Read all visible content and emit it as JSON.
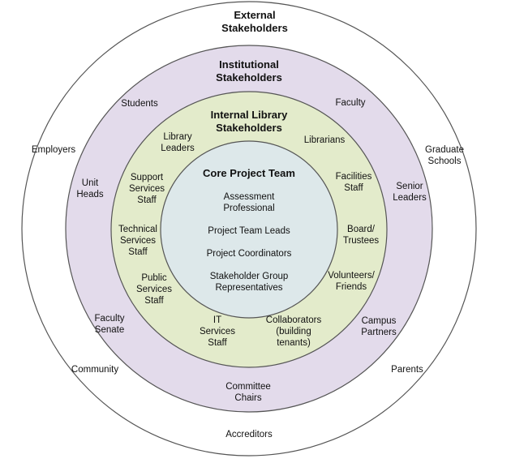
{
  "rings": {
    "external": {
      "title": "External\nStakeholders",
      "items": {
        "employers": "Employers",
        "graduate_schools": "Graduate\nSchools",
        "community": "Community",
        "parents": "Parents",
        "accreditors": "Accreditors"
      }
    },
    "institutional": {
      "title": "Institutional\nStakeholders",
      "items": {
        "students": "Students",
        "faculty": "Faculty",
        "unit_heads": "Unit\nHeads",
        "senior_leaders": "Senior\nLeaders",
        "faculty_senate": "Faculty\nSenate",
        "campus_partners": "Campus\nPartners",
        "committee_chairs": "Committee\nChairs"
      }
    },
    "internal": {
      "title": "Internal Library\nStakeholders",
      "items": {
        "library_leaders": "Library\nLeaders",
        "librarians": "Librarians",
        "support_services": "Support\nServices\nStaff",
        "facilities": "Facilities\nStaff",
        "technical_services": "Technical\nServices\nStaff",
        "board_trustees": "Board/\nTrustees",
        "public_services": "Public\nServices\nStaff",
        "volunteers": "Volunteers/\nFriends",
        "it_services": "IT\nServices\nStaff",
        "collaborators": "Collaborators\n(building\ntenants)"
      }
    },
    "core": {
      "title": "Core Project Team",
      "items": {
        "assessment_professional": "Assessment\nProfessional",
        "project_team_leads": "Project Team Leads",
        "project_coordinators": "Project Coordinators",
        "stakeholder_group_reps": "Stakeholder Group\nRepresentatives"
      }
    }
  },
  "colors": {
    "external_fill": "#ffffff",
    "institutional_fill": "#e3dbeb",
    "internal_fill": "#e3ebcb",
    "core_fill": "#dde8ea",
    "stroke": "#555555"
  }
}
